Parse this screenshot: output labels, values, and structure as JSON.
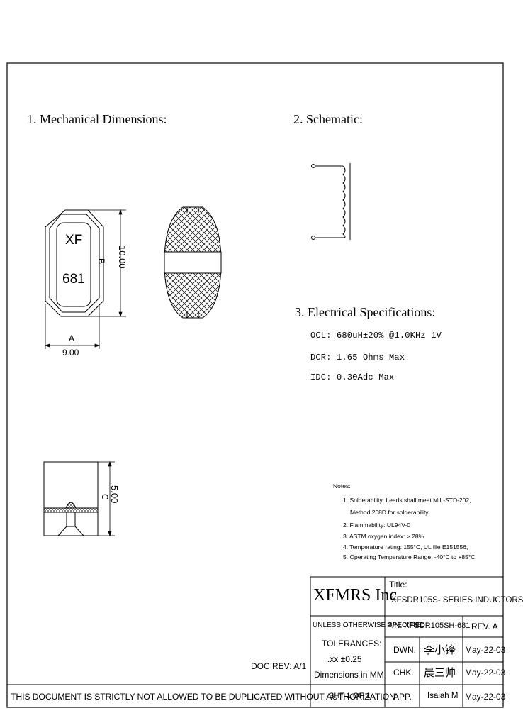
{
  "sections": {
    "mech": "1. Mechanical Dimensions:",
    "schem": "2. Schematic:",
    "elec": "3. Electrical Specifications:"
  },
  "part_marking": {
    "line1": "XF",
    "line2": "681"
  },
  "dims": {
    "a_label": "A",
    "a_value": "9.00",
    "b_label": "B",
    "b_value": "10.00",
    "c_label": "C",
    "c_value": "5.00"
  },
  "specs": [
    "OCL: 680uH±20% @1.0KHz 1V",
    "DCR: 1.65 Ohms Max",
    "IDC: 0.30Adc Max"
  ],
  "notes": {
    "title": "Notes:",
    "items": [
      "1. Solderability: Leads shall meet MIL-STD-202,",
      "Method 208D for solderability.",
      "2. Flammability: UL94V-0",
      "3. ASTM oxygen index: > 28%",
      "4. Temperature rating: 155°C, UL file E151556,",
      "5. Operating Temperature Range: -40°C to +85°C"
    ]
  },
  "title_block": {
    "company": "XFMRS Inc",
    "title_label": "Title:",
    "title": "XFSDR105S- SERIES INDUCTORS",
    "unless": "UNLESS OTHERWISE SPECIFIED",
    "pn": "P/N: XFSDR105SH-681",
    "rev": "REV. A",
    "tolerances": "TOLERANCES:",
    "tol_value": ".xx ±0.25",
    "dims_in": "Dimensions in MM",
    "dwn": "DWN.",
    "dwn_sig": "李小锋",
    "dwn_date": "May-22-03",
    "chk": "CHK.",
    "chk_sig": "晨三帅",
    "chk_date": "May-22-03",
    "app": "APP.",
    "app_name": "Isaiah M",
    "app_date": "May-22-03",
    "sheet": "SHT 1 OF 1",
    "doc_rev": "DOC REV: A/1",
    "warning": "THIS DOCUMENT IS STRICTLY NOT ALLOWED TO BE DUPLICATED WITHOUT AUTHORIZATION"
  }
}
